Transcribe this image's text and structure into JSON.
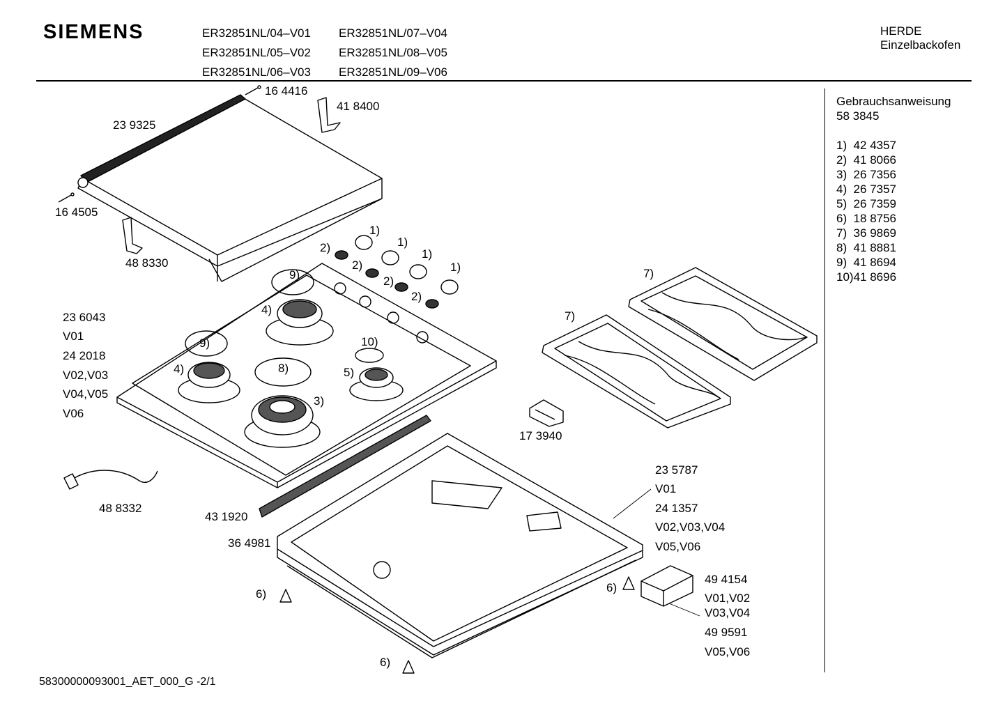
{
  "header": {
    "brand": "SIEMENS",
    "models": [
      "ER32851NL/04–V01",
      "ER32851NL/07–V04",
      "ER32851NL/05–V02",
      "ER32851NL/08–V05",
      "ER32851NL/06–V03",
      "ER32851NL/09–V06"
    ],
    "category_line1": "HERDE",
    "category_line2": "Einzelbackofen"
  },
  "sidebar": {
    "manual_title": "Gebrauchsanweisung",
    "manual_number": "58 3845",
    "parts": [
      "1)  42 4357",
      "2)  41 8066",
      "3)  26 7356",
      "4)  26 7357",
      "5)  26 7359",
      "6)  18 8756",
      "7)  36 9869",
      "8)  41 8881",
      "9)  41 8694",
      "10)41 8696"
    ]
  },
  "labels": {
    "l164416": "16 4416",
    "l418400": "41 8400",
    "l239325": "23 9325",
    "l164505": "16 4505",
    "l488330": "48 8330",
    "l236043": "23 6043",
    "v01a": "V01",
    "l242018": "24 2018",
    "v0203": "V02,V03",
    "v0405": "V04,V05",
    "v06": "V06",
    "l488332": "48 8332",
    "l431920": "43 1920",
    "l364981": "36 4981",
    "l173940": "17 3940",
    "l235787": "23 5787",
    "v01b": "V01",
    "l241357": "24 1357",
    "v020304": "V02,V03,V04",
    "v0506a": "V05,V06",
    "l494154": "49 4154",
    "v0102": "V01,V02",
    "v0304": "V03,V04",
    "l499591": "49 9591",
    "v0506b": "V05,V06"
  },
  "callouts": {
    "c1a": "1)",
    "c1b": "1)",
    "c1c": "1)",
    "c1d": "1)",
    "c2a": "2)",
    "c2b": "2)",
    "c2c": "2)",
    "c2d": "2)",
    "c3": "3)",
    "c4a": "4)",
    "c4b": "4)",
    "c5": "5)",
    "c6a": "6)",
    "c6b": "6)",
    "c6c": "6)",
    "c7a": "7)",
    "c7b": "7)",
    "c8": "8)",
    "c9a": "9)",
    "c9b": "9)",
    "c10": "10)"
  },
  "footer": "58300000093001_AET_000_G -2/1"
}
